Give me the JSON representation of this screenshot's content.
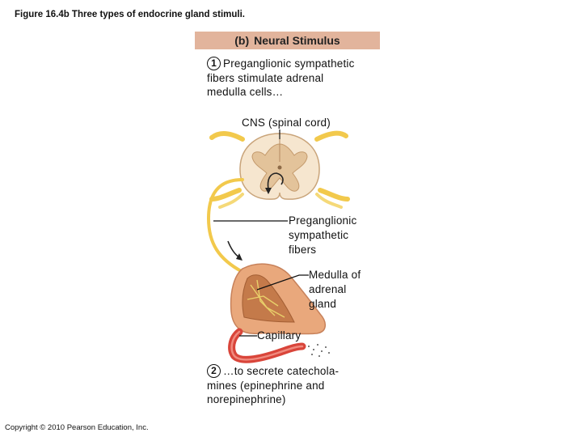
{
  "figure_title": "Figure 16.4b  Three types of endocrine gland stimuli.",
  "panel": {
    "tag": "(b)",
    "title": "Neural Stimulus"
  },
  "step1": {
    "number": "1",
    "line1": "Preganglionic sympathetic",
    "line2": "fibers stimulate adrenal",
    "line3": "medulla cells…"
  },
  "labels": {
    "cns": "CNS (spinal cord)",
    "preganglionic_1": "Preganglionic",
    "preganglionic_2": "sympathetic",
    "preganglionic_3": "fibers",
    "medulla_1": "Medulla of",
    "medulla_2": "adrenal",
    "medulla_3": "gland",
    "capillary": "Capillary"
  },
  "step2": {
    "number": "2",
    "line1": "…to secrete catechola-",
    "line2": "mines (epinephrine and",
    "line3": "norepinephrine)"
  },
  "copyright": "Copyright © 2010 Pearson Education, Inc.",
  "colors": {
    "header_bg": "#e2b49c",
    "nerve": "#f2c94c",
    "gland": "#e9a87c",
    "capillary": "#d9453a"
  }
}
